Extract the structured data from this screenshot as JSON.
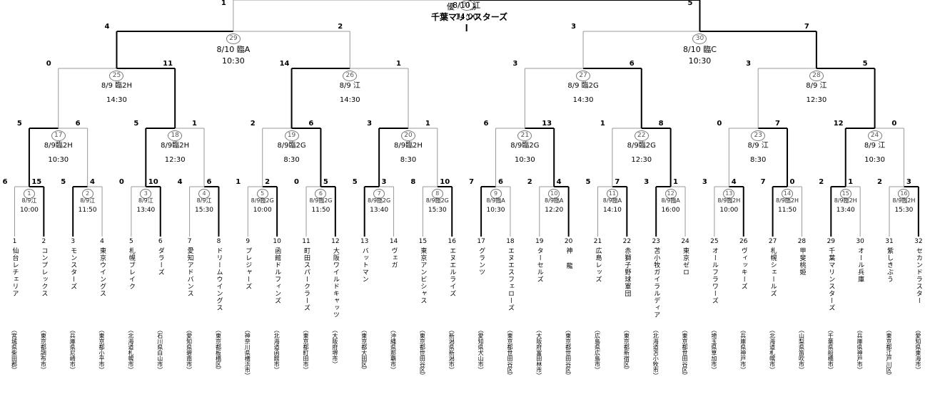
{
  "header": {
    "winner_label": "優 勝",
    "champion": "千葉マリンスターズ"
  },
  "teams": [
    {
      "seed": "1",
      "name": "仙台レチェリア",
      "region": "（宮城県柴田郡）"
    },
    {
      "seed": "2",
      "name": "コンプレックス",
      "region": "（東京都調布市）"
    },
    {
      "seed": "3",
      "name": "モンスターズ",
      "region": "（兵庫県尼崎市）"
    },
    {
      "seed": "4",
      "name": "東京ウイングス",
      "region": "（東京都小平市）"
    },
    {
      "seed": "5",
      "name": "札幌ブレイク",
      "region": "（北海道札幌市）"
    },
    {
      "seed": "6",
      "name": "ダラーズ",
      "region": "（石川県白山市）"
    },
    {
      "seed": "7",
      "name": "愛知アドバンス",
      "region": "（愛知県碧南市）"
    },
    {
      "seed": "8",
      "name": "ドリームウイングス",
      "region": "（東京都板橋区）"
    },
    {
      "seed": "9",
      "name": "プレジャーズ",
      "region": "（神奈川県横浜市）"
    },
    {
      "seed": "10",
      "name": "函館ドルフィンズ",
      "region": "（北海道函館市）"
    },
    {
      "seed": "11",
      "name": "町田スパークラーズ",
      "region": "（東京都町田市）"
    },
    {
      "seed": "12",
      "name": "大阪ワイルドキャッツ",
      "region": "（大阪府堺市）"
    },
    {
      "seed": "13",
      "name": "バットマン",
      "region": "（東京都大田区）"
    },
    {
      "seed": "14",
      "name": "ヴェガ",
      "region": "（沖縄県那覇市）"
    },
    {
      "seed": "15",
      "name": "東京アンビシャス",
      "region": "（東京都世田谷区）"
    },
    {
      "seed": "16",
      "name": "エヌエルライズ",
      "region": "（新潟県新潟市）"
    },
    {
      "seed": "17",
      "name": "グランツ",
      "region": "（愛知県犬山市）"
    },
    {
      "seed": "18",
      "name": "エヌエスフェローズ",
      "region": "（東京都世田谷区）"
    },
    {
      "seed": "19",
      "name": "ターセルズ",
      "region": "（大阪府富田林市）"
    },
    {
      "seed": "20",
      "name": "神 龍",
      "region": "（東京都世田谷区）"
    },
    {
      "seed": "21",
      "name": "広島レッズ",
      "region": "（広島県広島市）"
    },
    {
      "seed": "22",
      "name": "赤獅子野球軍団",
      "region": "（東京都新宿区）"
    },
    {
      "seed": "23",
      "name": "苫小牧ガイラルディア",
      "region": "（北海道苫小牧市）"
    },
    {
      "seed": "24",
      "name": "東京ゼロ",
      "region": "（東京都世田谷区）"
    },
    {
      "seed": "25",
      "name": "オールフラワーズ",
      "region": "（埼玉県草加市）"
    },
    {
      "seed": "26",
      "name": "ヴィッキーズ",
      "region": "（兵庫県神戸市）"
    },
    {
      "seed": "27",
      "name": "札幌シェールズ",
      "region": "（北海道札幌市）"
    },
    {
      "seed": "28",
      "name": "甲斐桃姫",
      "region": "（山梨県笛吹市）"
    },
    {
      "seed": "29",
      "name": "千葉マリンスターズ",
      "region": "（千葉県船橋市）"
    },
    {
      "seed": "30",
      "name": "オール兵庫",
      "region": "（兵庫県神戸市）"
    },
    {
      "seed": "31",
      "name": "紫しきぶう",
      "region": "（東京都江戸川区）"
    },
    {
      "seed": "32",
      "name": "セカンドラスター",
      "region": "（愛知県東海市）"
    }
  ],
  "rounds": [
    [
      {
        "no": "1",
        "date": "8/9江",
        "time": "10:00",
        "scores": [
          "6",
          "15"
        ],
        "winner": 1
      },
      {
        "no": "2",
        "date": "8/9江",
        "time": "11:50",
        "scores": [
          "5",
          "4"
        ],
        "winner": 0
      },
      {
        "no": "3",
        "date": "8/9江",
        "time": "13:40",
        "scores": [
          "0",
          "10"
        ],
        "winner": 1
      },
      {
        "no": "4",
        "date": "8/9江",
        "time": "15:30",
        "scores": [
          "4",
          "6"
        ],
        "winner": 1
      },
      {
        "no": "5",
        "date": "8/9臨2G",
        "time": "10:00",
        "scores": [
          "1",
          "2"
        ],
        "winner": 1
      },
      {
        "no": "6",
        "date": "8/9臨2G",
        "time": "11:50",
        "scores": [
          "0",
          "5"
        ],
        "winner": 1
      },
      {
        "no": "7",
        "date": "8/9臨2G",
        "time": "13:40",
        "scores": [
          "5",
          "3"
        ],
        "winner": 0
      },
      {
        "no": "8",
        "date": "8/9臨2G",
        "time": "15:30",
        "scores": [
          "8",
          "10"
        ],
        "winner": 1
      },
      {
        "no": "9",
        "date": "8/9臨A",
        "time": "10:30",
        "scores": [
          "7",
          "6"
        ],
        "winner": 0
      },
      {
        "no": "10",
        "date": "8/9臨A",
        "time": "12:20",
        "scores": [
          "2",
          "4"
        ],
        "winner": 1
      },
      {
        "no": "11",
        "date": "8/9臨A",
        "time": "14:10",
        "scores": [
          "5",
          "7"
        ],
        "winner": 1
      },
      {
        "no": "12",
        "date": "8/9臨A",
        "time": "16:00",
        "scores": [
          "3",
          "1"
        ],
        "winner": 0
      },
      {
        "no": "13",
        "date": "8/9臨2H",
        "time": "10:00",
        "scores": [
          "3",
          "4"
        ],
        "winner": 1
      },
      {
        "no": "14",
        "date": "8/9臨2H",
        "time": "11:50",
        "scores": [
          "7",
          "0"
        ],
        "winner": 0
      },
      {
        "no": "15",
        "date": "8/9臨2H",
        "time": "13:40",
        "scores": [
          "2",
          "1"
        ],
        "winner": 0
      },
      {
        "no": "16",
        "date": "8/9臨2H",
        "time": "15:30",
        "scores": [
          "2",
          "3"
        ],
        "winner": 1
      }
    ],
    [
      {
        "no": "17",
        "date": "8/9臨2H",
        "time": "10:30",
        "scores": [
          "5",
          "6"
        ],
        "winner": 0
      },
      {
        "no": "18",
        "date": "8/9臨2H",
        "time": "12:30",
        "scores": [
          "5",
          "1"
        ],
        "winner": 0
      },
      {
        "no": "19",
        "date": "8/9臨2G",
        "time": "8:30",
        "scores": [
          "2",
          "6"
        ],
        "winner": 1
      },
      {
        "no": "20",
        "date": "8/9臨2H",
        "time": "8:30",
        "scores": [
          "3",
          "1"
        ],
        "winner": 0
      },
      {
        "no": "21",
        "date": "8/9臨2G",
        "time": "10:30",
        "scores": [
          "6",
          "13"
        ],
        "winner": 1
      },
      {
        "no": "22",
        "date": "8/9臨2G",
        "time": "12:30",
        "scores": [
          "1",
          "8"
        ],
        "winner": 1
      },
      {
        "no": "23",
        "date": "8/9 江",
        "time": "8:30",
        "scores": [
          "0",
          "7"
        ],
        "winner": 1
      },
      {
        "no": "24",
        "date": "8/9 江",
        "time": "10:30",
        "scores": [
          "12",
          "0"
        ],
        "winner": 0
      }
    ],
    [
      {
        "no": "25",
        "date": "8/9 臨2H",
        "time": "14:30",
        "scores": [
          "0",
          "11"
        ],
        "winner": 1
      },
      {
        "no": "26",
        "date": "8/9 江",
        "time": "14:30",
        "scores": [
          "14",
          "1"
        ],
        "winner": 0
      },
      {
        "no": "27",
        "date": "8/9 臨2G",
        "time": "14:30",
        "scores": [
          "3",
          "6"
        ],
        "winner": 1
      },
      {
        "no": "28",
        "date": "8/9 江",
        "time": "12:30",
        "scores": [
          "3",
          "5"
        ],
        "winner": 1
      }
    ],
    [
      {
        "no": "29",
        "date": "8/10 臨A",
        "time": "10:30",
        "scores": [
          "4",
          "2"
        ],
        "winner": 0
      },
      {
        "no": "30",
        "date": "8/10 臨C",
        "time": "10:30",
        "scores": [
          "3",
          "7"
        ],
        "winner": 1
      }
    ],
    [
      {
        "no": "31",
        "date": "8/10 江",
        "time": "14:00",
        "scores": [
          "1",
          "5"
        ],
        "winner": 1
      }
    ]
  ]
}
